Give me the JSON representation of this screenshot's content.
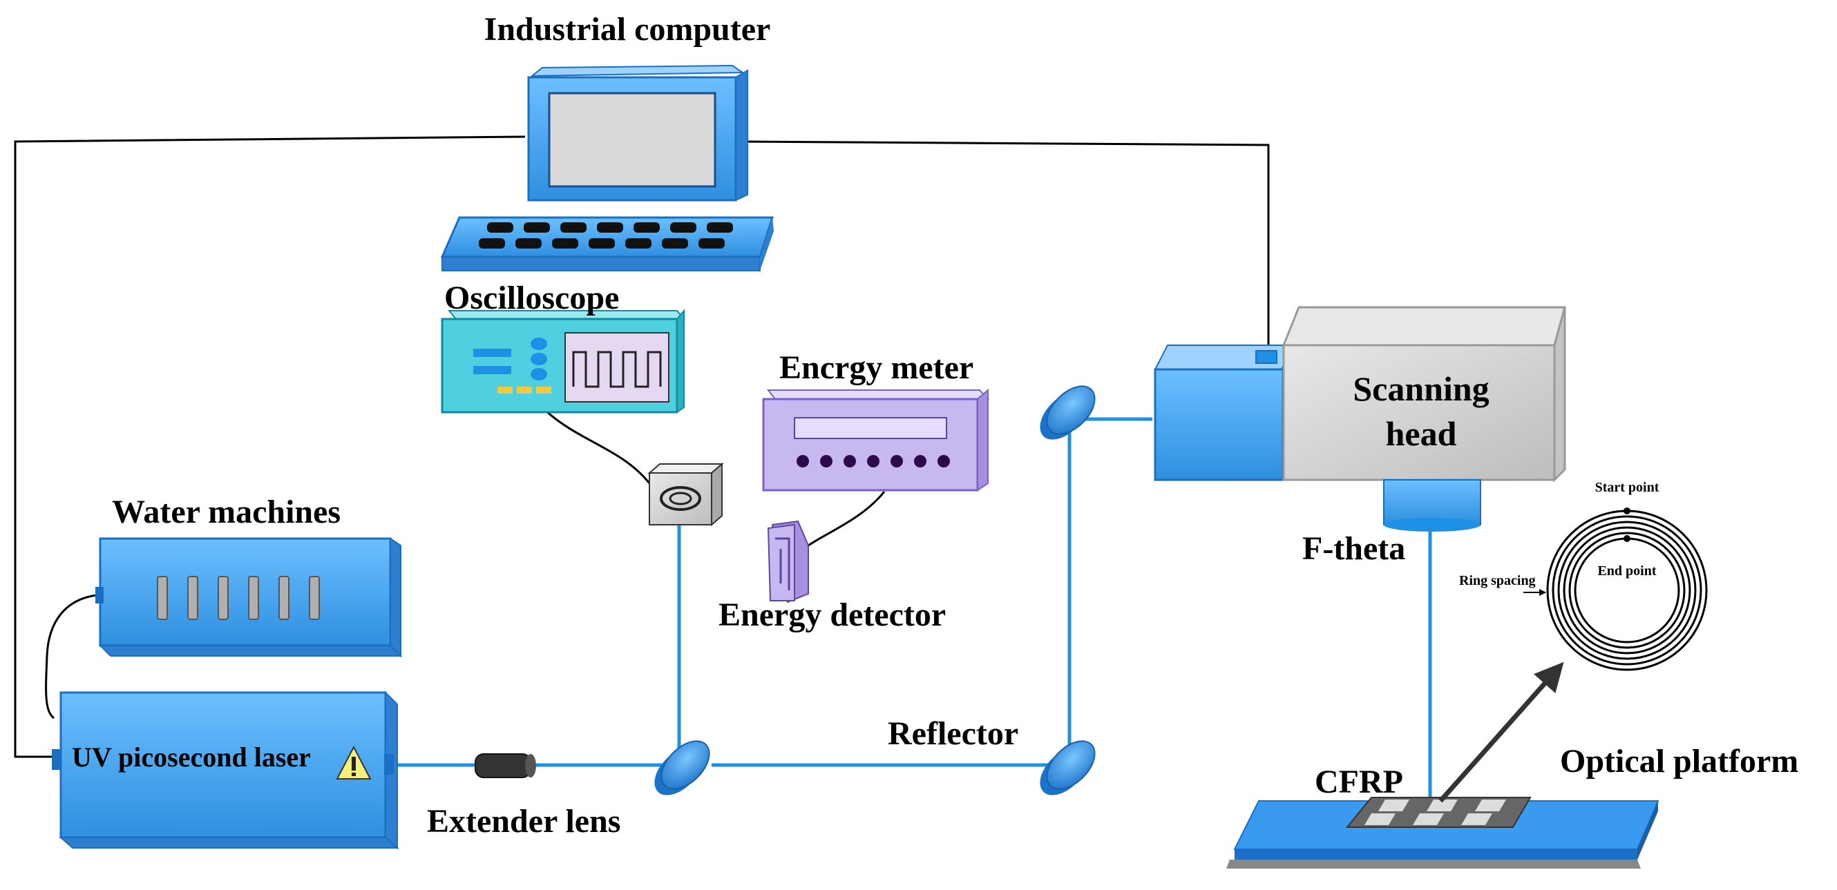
{
  "labels": {
    "industrial_computer": "Industrial computer",
    "oscilloscope": "Oscilloscope",
    "energy_meter": "Encrgy meter",
    "energy_detector": "Energy detector",
    "water_machines": "Water machines",
    "uv_laser": "UV picosecond laser",
    "extender_lens": "Extender lens",
    "reflector": "Reflector",
    "scanning_head_line1": "Scanning",
    "scanning_head_line2": "head",
    "f_theta": "F-theta",
    "cfrp": "CFRP",
    "optical_platform": "Optical platform",
    "start_point": "Start point",
    "end_point": "End point",
    "ring_spacing": "Ring spacing"
  },
  "colors": {
    "beam": "#1e90e6",
    "device_blue": "#4aa8f0",
    "device_dark": "#1a6fc4",
    "screen": "#d9d9d9",
    "scan_head_gray": "#d0d0d0",
    "energy_meter": "#c8b8f0",
    "oscilloscope": "#4fd0e0",
    "wire": "#000000"
  },
  "icons": {
    "warning": "warning-triangle-icon"
  }
}
